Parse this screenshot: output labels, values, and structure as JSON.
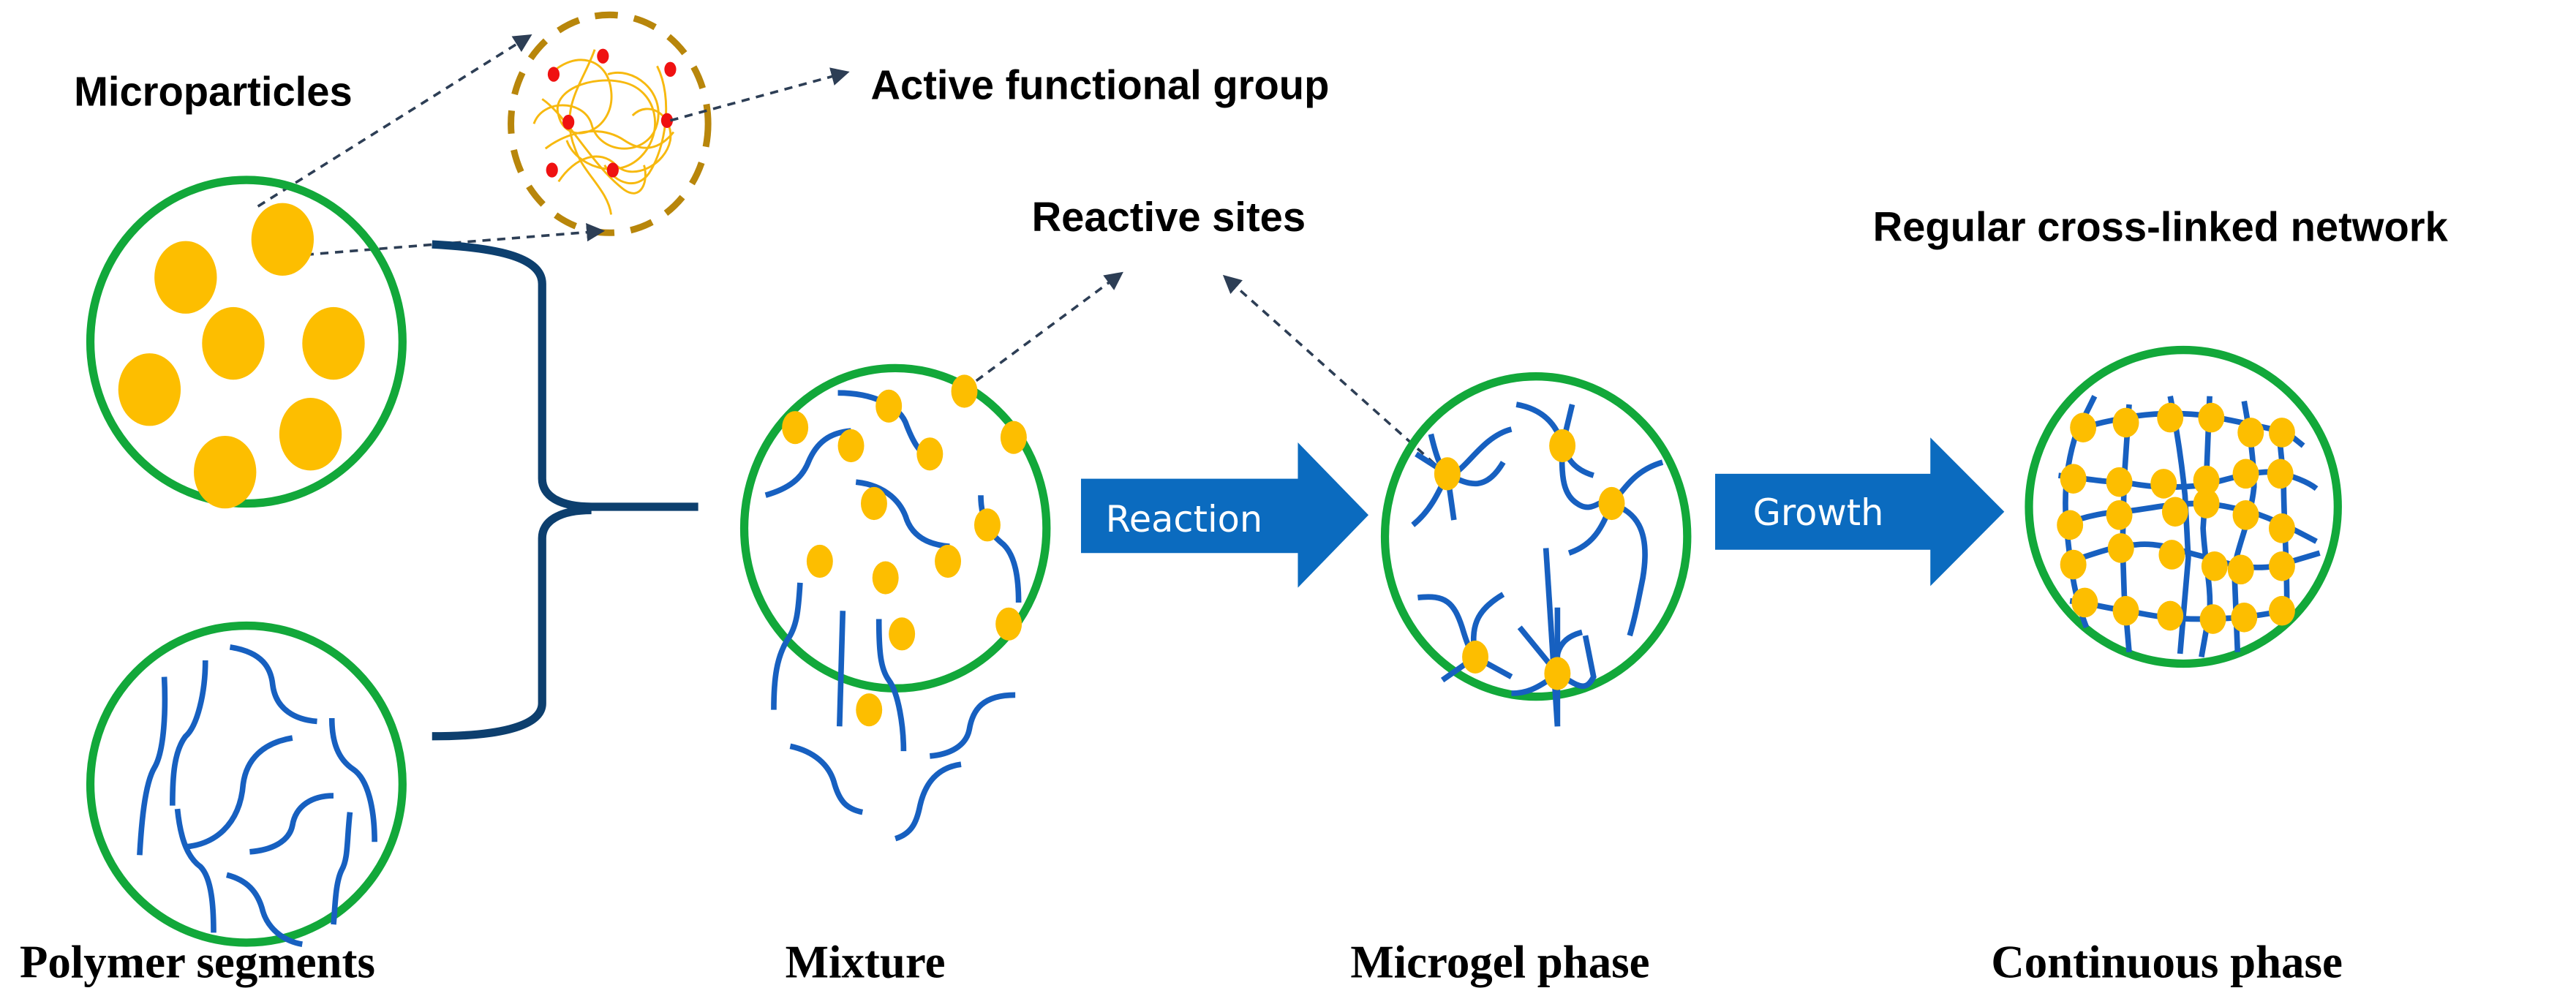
{
  "diagram": {
    "type": "process-flow",
    "callouts": {
      "microparticles": "Microparticles",
      "active_functional_group": "Active functional group",
      "reactive_sites": "Reactive sites",
      "regular_network": "Regular cross-linked network"
    },
    "arrows": {
      "reaction": "Reaction",
      "growth": "Growth"
    },
    "stages": [
      {
        "id": "polymer-segments",
        "label": "Polymer segments"
      },
      {
        "id": "mixture",
        "label": "Mixture"
      },
      {
        "id": "microgel-phase",
        "label": "Microgel phase"
      },
      {
        "id": "continuous-phase",
        "label": "Continuous phase"
      }
    ],
    "colors": {
      "circle_outline": "#12a83a",
      "polymer_chain": "#1760c0",
      "particle": "#fdbe00",
      "functional_group": "#ef1111",
      "process_arrow": "#0b6bbf",
      "brace": "#0d3f6e",
      "callout_arrow": "#2d3e55",
      "zoom_ring": "#b8860b"
    }
  }
}
